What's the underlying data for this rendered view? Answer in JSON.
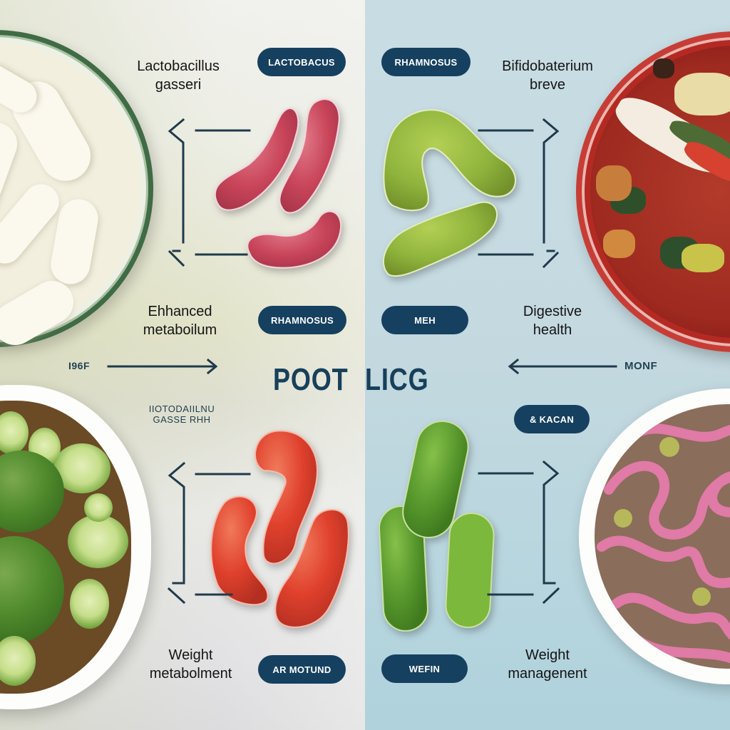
{
  "title": {
    "left_word": "POOT",
    "right_word": "LICG",
    "color": "#17405a"
  },
  "colors": {
    "pill_bg": "#16405f",
    "pill_text": "#ffffff",
    "line": "#1f3a4c",
    "left_bg": "#ecede5",
    "right_bg": "#c6dbe2"
  },
  "quadrants": {
    "top_left": {
      "strain_label": "Lactobacillus\ngasseri",
      "strain_pill": "LACTOBACUS",
      "benefit_label": "Ehhanced\nmetaboilum",
      "benefit_pill": "RHAMNOSUS",
      "bacteria_color": "#c9455a",
      "food": "yogurt-jar"
    },
    "top_right": {
      "strain_pill": "RHAMNOSUS",
      "strain_label": "Bifidobaterium\nbreve",
      "benefit_pill": "MEH",
      "benefit_label": "Digestive\nhealth",
      "bacteria_color": "#8fb43c",
      "food": "kimchi-jar"
    },
    "bottom_left": {
      "side_label": "I96F",
      "caption": "IIOTODAIILNU\nGASSE RHH",
      "benefit_label": "Weight\nmetabolment",
      "benefit_pill": "AR MOTUND",
      "bacteria_color": "#e0412d",
      "food": "vegetable-bowl"
    },
    "bottom_right": {
      "side_label": "MONF",
      "top_pill": "& KACAN",
      "benefit_pill": "WEFIN",
      "benefit_label": "Weight\nmanagenent",
      "bacteria_color": "#5a9a2e",
      "food": "pink-noodle-bowl"
    }
  },
  "icons": {
    "left_arrow": "arrow-right-icon",
    "right_arrow": "arrow-left-icon",
    "brackets": "chevron-bracket-icon"
  }
}
